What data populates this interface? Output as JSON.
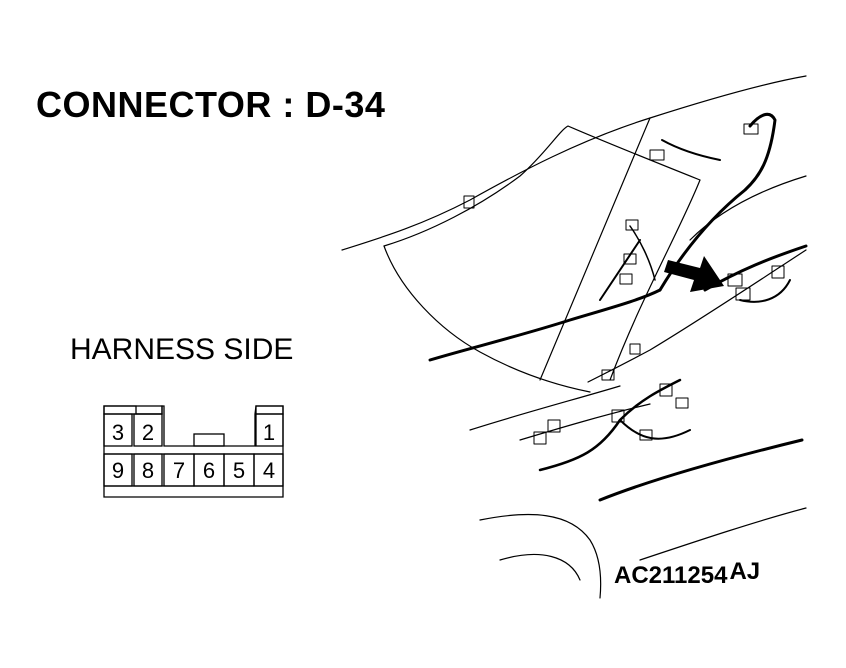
{
  "title": "CONNECTOR : D-34",
  "harness_label": "HARNESS SIDE",
  "connector": {
    "top_row": [
      "3",
      "2",
      "1"
    ],
    "bottom_row": [
      "9",
      "8",
      "7",
      "6",
      "5",
      "4"
    ]
  },
  "figure_code": "AC211254",
  "figure_suffix": "AJ"
}
